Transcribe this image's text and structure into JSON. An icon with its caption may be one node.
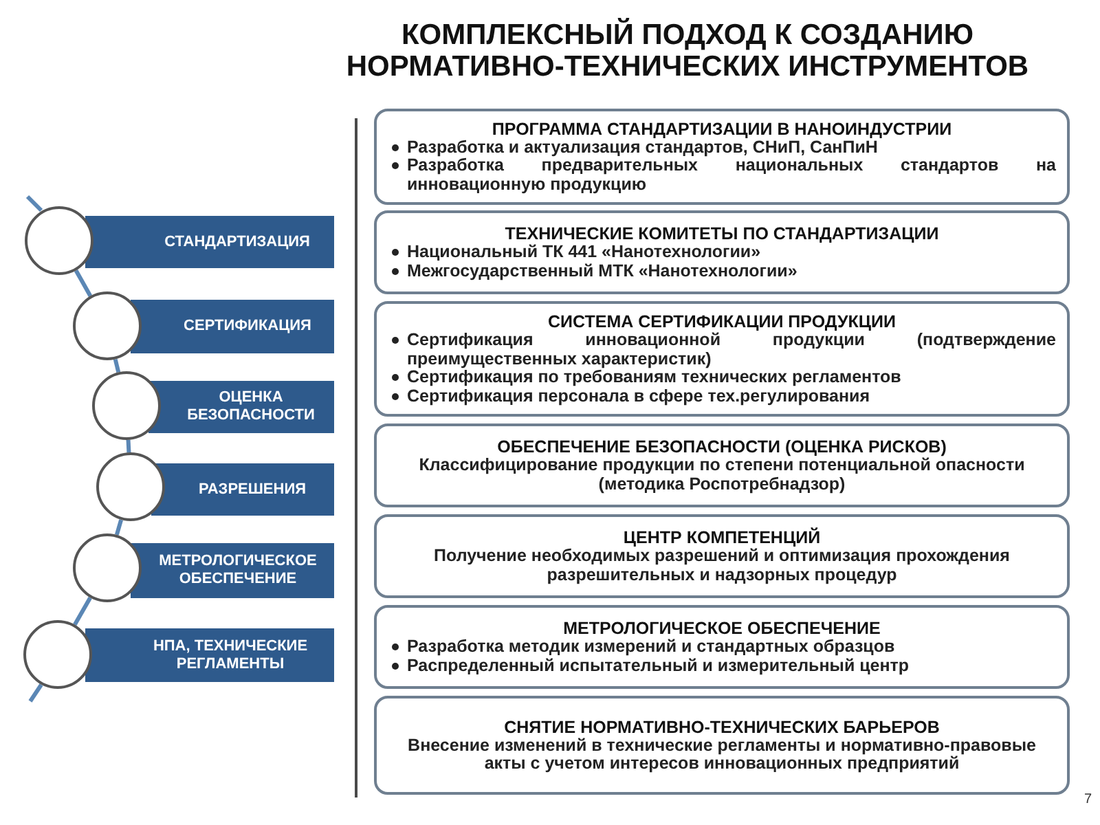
{
  "diagram": {
    "title": "КОМПЛЕКСНЫЙ ПОДХОД К СОЗДАНИЮ НОРМАТИВНО-ТЕХНИЧЕСКИХ ИНСТРУМЕНТОВ",
    "nodes": [
      {
        "text": [],
        "shape": "circle"
      },
      {
        "text": [
          "СТАНДАРТИЗАЦИЯ"
        ]
      },
      {
        "text": [],
        "shape": "circle"
      },
      {
        "text": [
          "СЕРТИФИКАЦИЯ"
        ]
      },
      {
        "text": [],
        "shape": "circle"
      },
      {
        "text": [
          "ОЦЕНКА БЕЗОПАСНОСТИ"
        ]
      },
      {
        "text": [],
        "shape": "circle"
      },
      {
        "text": [
          "РАЗРЕШЕНИЯ"
        ]
      },
      {
        "text": [],
        "shape": "circle"
      },
      {
        "text": [
          "МЕТРОЛОГИЧЕСКОЕ ОБЕСПЕЧЕНИЕ"
        ]
      },
      {
        "text": [],
        "shape": "circle"
      },
      {
        "text": [
          "НПА, ТЕХНИЧЕСКИЕ РЕГЛАМЕНТЫ"
        ]
      },
      {
        "text": [
          "ПРОГРАММА СТАНДАРТИЗАЦИИ В НАНОИНДУСТРИИ",
          "Разработка и актуализация стандартов, СНиП, СанПиН",
          "Разработка предварительных национальных стандартов на инновационную продукцию"
        ]
      },
      {
        "text": [
          "ТЕХНИЧЕСКИЕ КОМИТЕТЫ ПО СТАНДАРТИЗАЦИИ",
          "Национальный ТК 441 «Нанотехнологии»",
          "Межгосударственный МТК «Нанотехнологии»"
        ]
      },
      {
        "text": [
          "СИСТЕМА СЕРТИФИКАЦИИ ПРОДУКЦИИ",
          "Сертификация инновационной продукции (подтверждение преимущественных характеристик)",
          "Сертификация по требованиям технических регламентов",
          "Сертификация персонала в сфере тех.регулирования"
        ]
      },
      {
        "text": [
          "ОБЕСПЕЧЕНИЕ БЕЗОПАСНОСТИ (ОЦЕНКА РИСКОВ)",
          "Классифицирование продукции по степени потенциальной опасности (методика Роспотребнадзор)"
        ]
      },
      {
        "text": [
          "ЦЕНТР КОМПЕТЕНЦИЙ",
          "Получение необходимых разрешений и оптимизация прохождения разрешительных и надзорных процедур"
        ]
      },
      {
        "text": [
          "МЕТРОЛОГИЧЕСКОЕ ОБЕСПЕЧЕНИЕ",
          "Разработка методик измерений и стандартных образцов",
          "Распределенный испытательный и измерительный центр"
        ]
      },
      {
        "text": [
          "СНЯТИЕ НОРМАТИВНО-ТЕХНИЧЕСКИХ БАРЬЕРОВ",
          "Внесение изменений в технические регламенты и нормативно-правовые акты с учетом интересов инновационных предприятий"
        ]
      }
    ],
    "edges": [
      {
        "from": 0,
        "to": 2,
        "arrow": "none"
      },
      {
        "from": 2,
        "to": 4,
        "arrow": "none"
      },
      {
        "from": 4,
        "to": 6,
        "arrow": "none"
      },
      {
        "from": 6,
        "to": 8,
        "arrow": "none"
      },
      {
        "from": 8,
        "to": 10,
        "arrow": "none"
      }
    ],
    "labels": [
      "7"
    ]
  }
}
